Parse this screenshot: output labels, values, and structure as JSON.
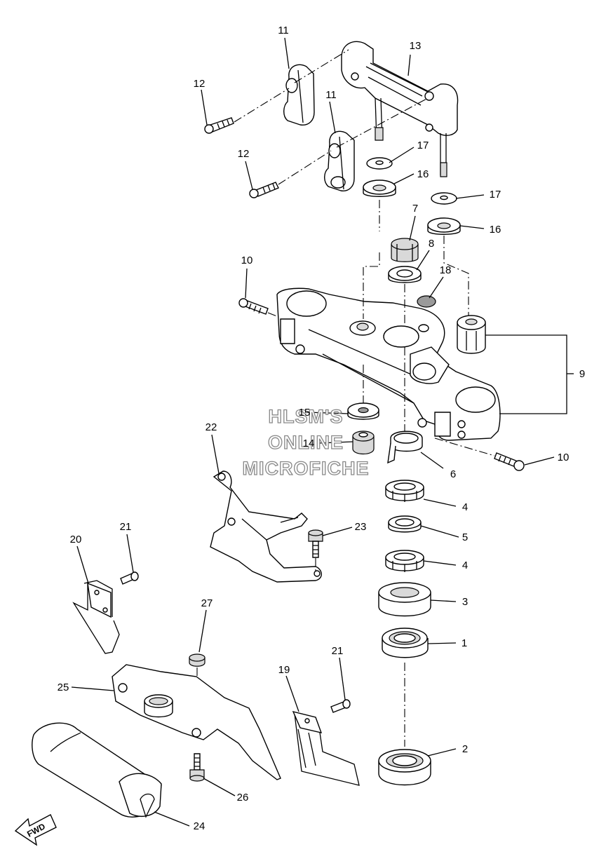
{
  "diagram": {
    "callouts": [
      {
        "id": "c11a",
        "text": "11"
      },
      {
        "id": "c13",
        "text": "13"
      },
      {
        "id": "c12a",
        "text": "12"
      },
      {
        "id": "c11b",
        "text": "11"
      },
      {
        "id": "c12b",
        "text": "12"
      },
      {
        "id": "c17a",
        "text": "17"
      },
      {
        "id": "c16a",
        "text": "16"
      },
      {
        "id": "c17b",
        "text": "17"
      },
      {
        "id": "c16b",
        "text": "16"
      },
      {
        "id": "c7",
        "text": "7"
      },
      {
        "id": "c8",
        "text": "8"
      },
      {
        "id": "c18",
        "text": "18"
      },
      {
        "id": "c10a",
        "text": "10"
      },
      {
        "id": "c9",
        "text": "9"
      },
      {
        "id": "c15",
        "text": "15"
      },
      {
        "id": "c14",
        "text": "14"
      },
      {
        "id": "c22",
        "text": "22"
      },
      {
        "id": "c6",
        "text": "6"
      },
      {
        "id": "c10b",
        "text": "10"
      },
      {
        "id": "c4a",
        "text": "4"
      },
      {
        "id": "c23",
        "text": "23"
      },
      {
        "id": "c5",
        "text": "5"
      },
      {
        "id": "c21a",
        "text": "21"
      },
      {
        "id": "c20",
        "text": "20"
      },
      {
        "id": "c4b",
        "text": "4"
      },
      {
        "id": "c3",
        "text": "3"
      },
      {
        "id": "c27",
        "text": "27"
      },
      {
        "id": "c1",
        "text": "1"
      },
      {
        "id": "c21b",
        "text": "21"
      },
      {
        "id": "c19",
        "text": "19"
      },
      {
        "id": "c25",
        "text": "25"
      },
      {
        "id": "c2",
        "text": "2"
      },
      {
        "id": "c26",
        "text": "26"
      },
      {
        "id": "c24",
        "text": "24"
      }
    ],
    "watermark": [
      "HLSM'S",
      "ONLINE",
      "MICROFICHE"
    ],
    "direction_arrow": {
      "text": "FWD",
      "icon": "forward-arrow-icon"
    }
  }
}
